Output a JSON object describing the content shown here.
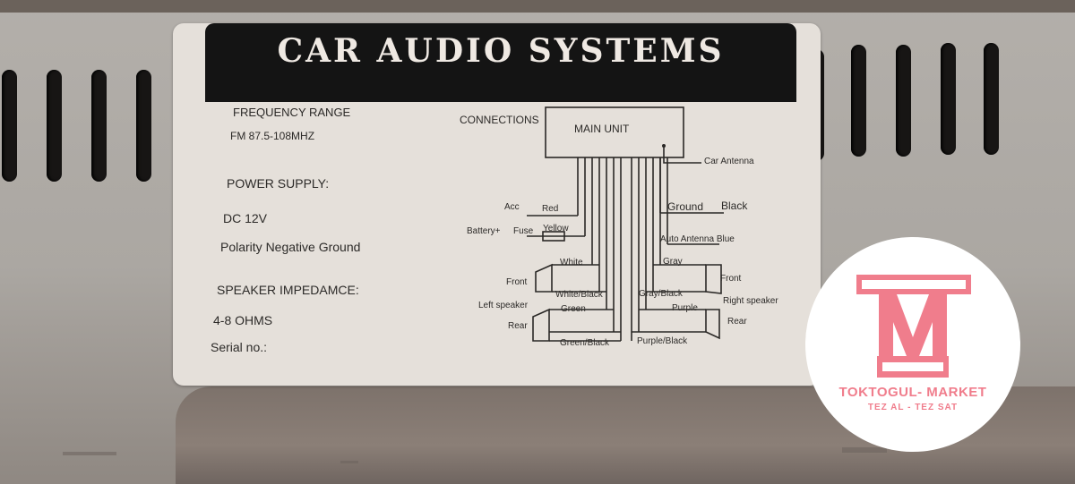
{
  "label": {
    "title": "CAR AUDIO SYSTEMS",
    "specs": {
      "frequency_heading": "FREQUENCY RANGE",
      "frequency_value": "FM 87.5-108MHZ",
      "power_heading": "POWER SUPPLY:",
      "power_value": "DC 12V",
      "polarity": "Polarity Negative Ground",
      "impedance_heading": "SPEAKER IMPEDAMCE:",
      "impedance_value": "4-8 OHMS",
      "serial": "Serial no.:"
    },
    "diagram": {
      "connections_label": "CONNECTIONS",
      "main_unit": "MAIN UNIT",
      "car_antenna": "Car Antenna",
      "left": {
        "acc": "Acc",
        "red": "Red",
        "battery": "Battery+",
        "fuse": "Fuse",
        "yellow": "Yellow",
        "white": "White",
        "front": "Front",
        "white_black": "White/Black",
        "left_speaker": "Left speaker",
        "green": "Green",
        "rear": "Rear",
        "green_black": "Green/Black"
      },
      "right": {
        "ground": "Ground",
        "black": "Black",
        "auto_antenna": "Auto Antenna Blue",
        "gray": "Gray",
        "front": "Front",
        "gray_black": "Gray/Black",
        "right_speaker": "Right speaker",
        "purple": "Purple",
        "rear": "Rear",
        "purple_black": "Purple/Black"
      }
    }
  },
  "watermark": {
    "brand": "TOKTOGUL- MARKET",
    "tagline": "TEZ AL - TEZ SAT",
    "color": "#f07d8c"
  }
}
